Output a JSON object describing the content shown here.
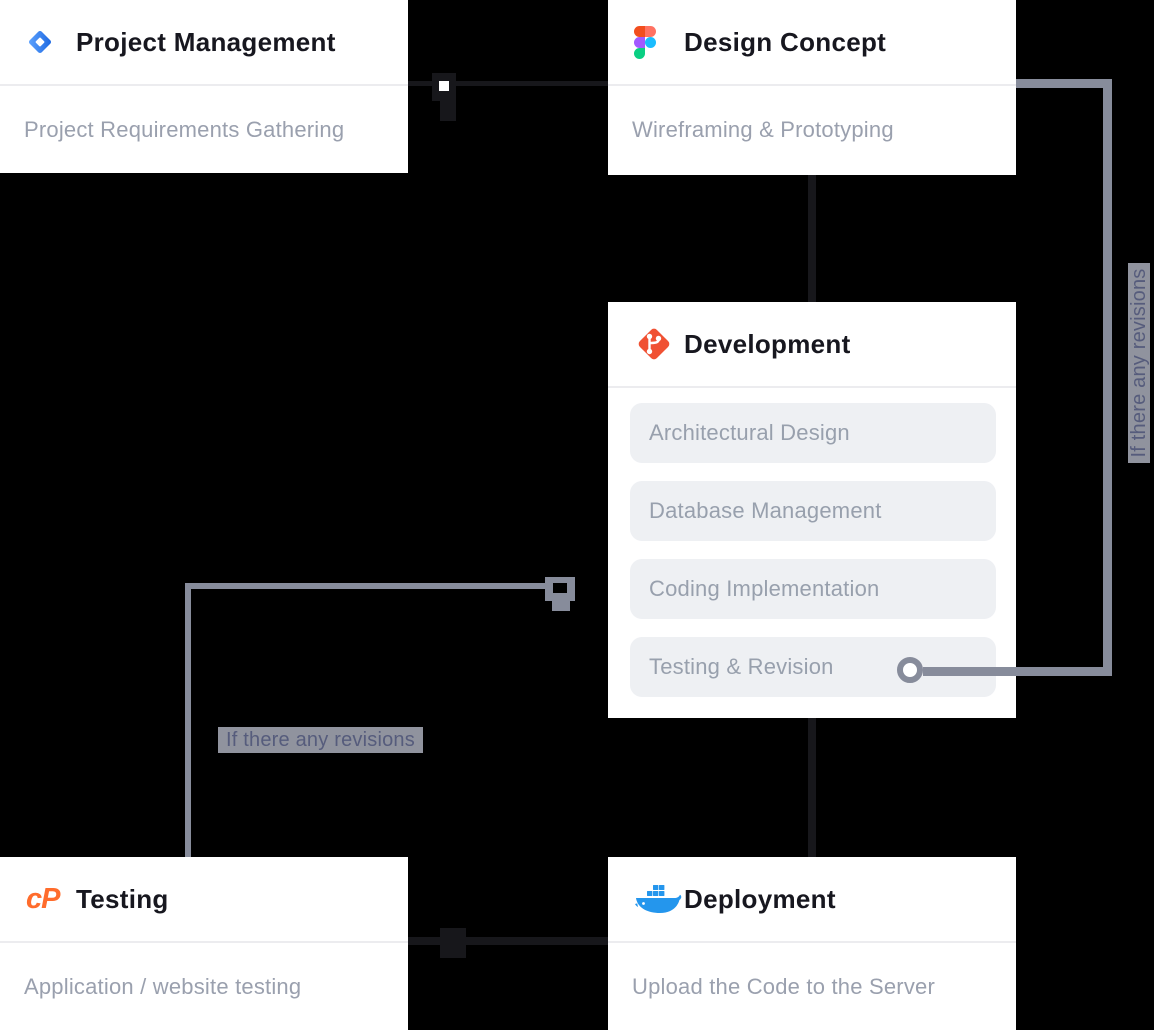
{
  "cards": {
    "project_management": {
      "title": "Project Management",
      "subtitle": "Project Requirements Gathering",
      "icon": "jira-icon"
    },
    "design_concept": {
      "title": "Design Concept",
      "subtitle": "Wireframing & Prototyping",
      "icon": "figma-icon"
    },
    "development": {
      "title": "Development",
      "icon": "git-icon",
      "items": [
        "Architectural Design",
        "Database Management",
        "Coding Implementation",
        "Testing & Revision"
      ]
    },
    "testing": {
      "title": "Testing",
      "subtitle": "Application / website testing",
      "icon": "cpanel-icon",
      "logo_text": "cP"
    },
    "deployment": {
      "title": "Deployment",
      "subtitle": "Upload the Code to the Server",
      "icon": "docker-icon"
    }
  },
  "annotations": {
    "revision_note": "If there any revisions",
    "revision_note_vertical": "If there any revisions"
  },
  "colors": {
    "background": "#000000",
    "card": "#ffffff",
    "title": "#17171f",
    "subtitle": "#9aa0ae",
    "list_item_bg": "#eef0f3",
    "list_item_text": "#98a0ad",
    "connector_dark": "#17171b",
    "connector_gray": "#878c9b",
    "highlight_bg": "#90939e",
    "highlight_text": "#565c7c",
    "jira_blue": "#2684FF",
    "figma_red": "#F24E1E",
    "git_orange": "#F05133",
    "cpanel_orange": "#FF6C2C",
    "docker_blue": "#2496ED"
  }
}
